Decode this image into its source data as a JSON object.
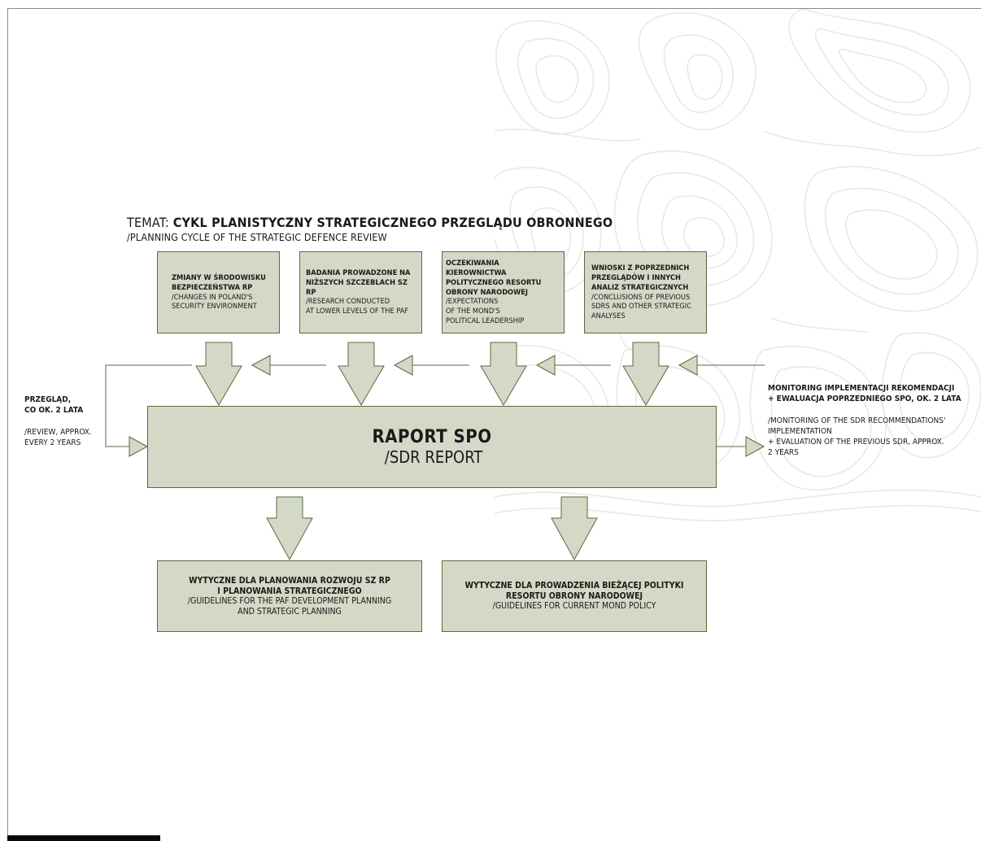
{
  "title": {
    "prefix": "TEMAT: ",
    "main": "CYKL PLANISTYCZNY STRATEGICZNEGO PRZEGLĄDU OBRONNEGO",
    "subtitle": "/PLANNING CYCLE OF THE STRATEGIC DEFENCE REVIEW"
  },
  "inputs": [
    {
      "pl": "ZMIANY W ŚRODOWISKU\nBEZPIECZEŃSTWA RP",
      "en": "/CHANGES IN POLAND'S\nSECURITY ENVIRONMENT"
    },
    {
      "pl": "BADANIA PROWADZONE NA\nNIŻSZYCH SZCZEBLACH SZ RP",
      "en": "/RESEARCH CONDUCTED\nAT LOWER LEVELS OF THE PAF"
    },
    {
      "pl": "OCZEKIWANIA KIEROWNICTWA\nPOLITYCZNEGO RESORTU\nOBRONY NARODOWEJ",
      "en": "/EXPECTATIONS\nOF THE MOND'S\nPOLITICAL LEADERSHIP"
    },
    {
      "pl": "WNIOSKI Z POPRZEDNICH\nPRZEGLĄDÓW I INNYCH\nANALIZ STRATEGICZNYCH",
      "en": "/CONCLUSIONS OF PREVIOUS\nSDRS AND OTHER STRATEGIC\nANALYSES"
    }
  ],
  "report": {
    "title": "RAPORT SPO",
    "subtitle": "/SDR REPORT"
  },
  "left_label": {
    "pl": "PRZEGLĄD,\nCO OK. 2 LATA",
    "en": "/REVIEW, APPROX.\nEVERY 2 YEARS"
  },
  "right_label": {
    "pl": "MONITORING IMPLEMENTACJI REKOMENDACJI\n+ EWALUACJA POPRZEDNIEGO SPO, OK. 2 LATA",
    "en": "/MONITORING OF THE SDR RECOMMENDATIONS'\nIMPLEMENTATION\n+ EVALUATION OF THE PREVIOUS SDR, APPROX.\n2 YEARS"
  },
  "outputs": [
    {
      "pl": "WYTYCZNE DLA PLANOWANIA ROZWOJU SZ RP\nI PLANOWANIA STRATEGICZNEGO",
      "en": "/GUIDELINES FOR THE PAF DEVELOPMENT PLANNING\nAND STRATEGIC PLANNING"
    },
    {
      "pl": "WYTYCZNE DLA PROWADZENIA BIEŻĄCEJ POLITYKI\nRESORTU OBRONY NARODOWEJ",
      "en": "/GUIDELINES FOR CURRENT MOND POLICY"
    }
  ],
  "colors": {
    "box_fill": "#d4d9c7",
    "box_stroke": "#5a6a3c",
    "topo_line": "#e6e6e6"
  }
}
